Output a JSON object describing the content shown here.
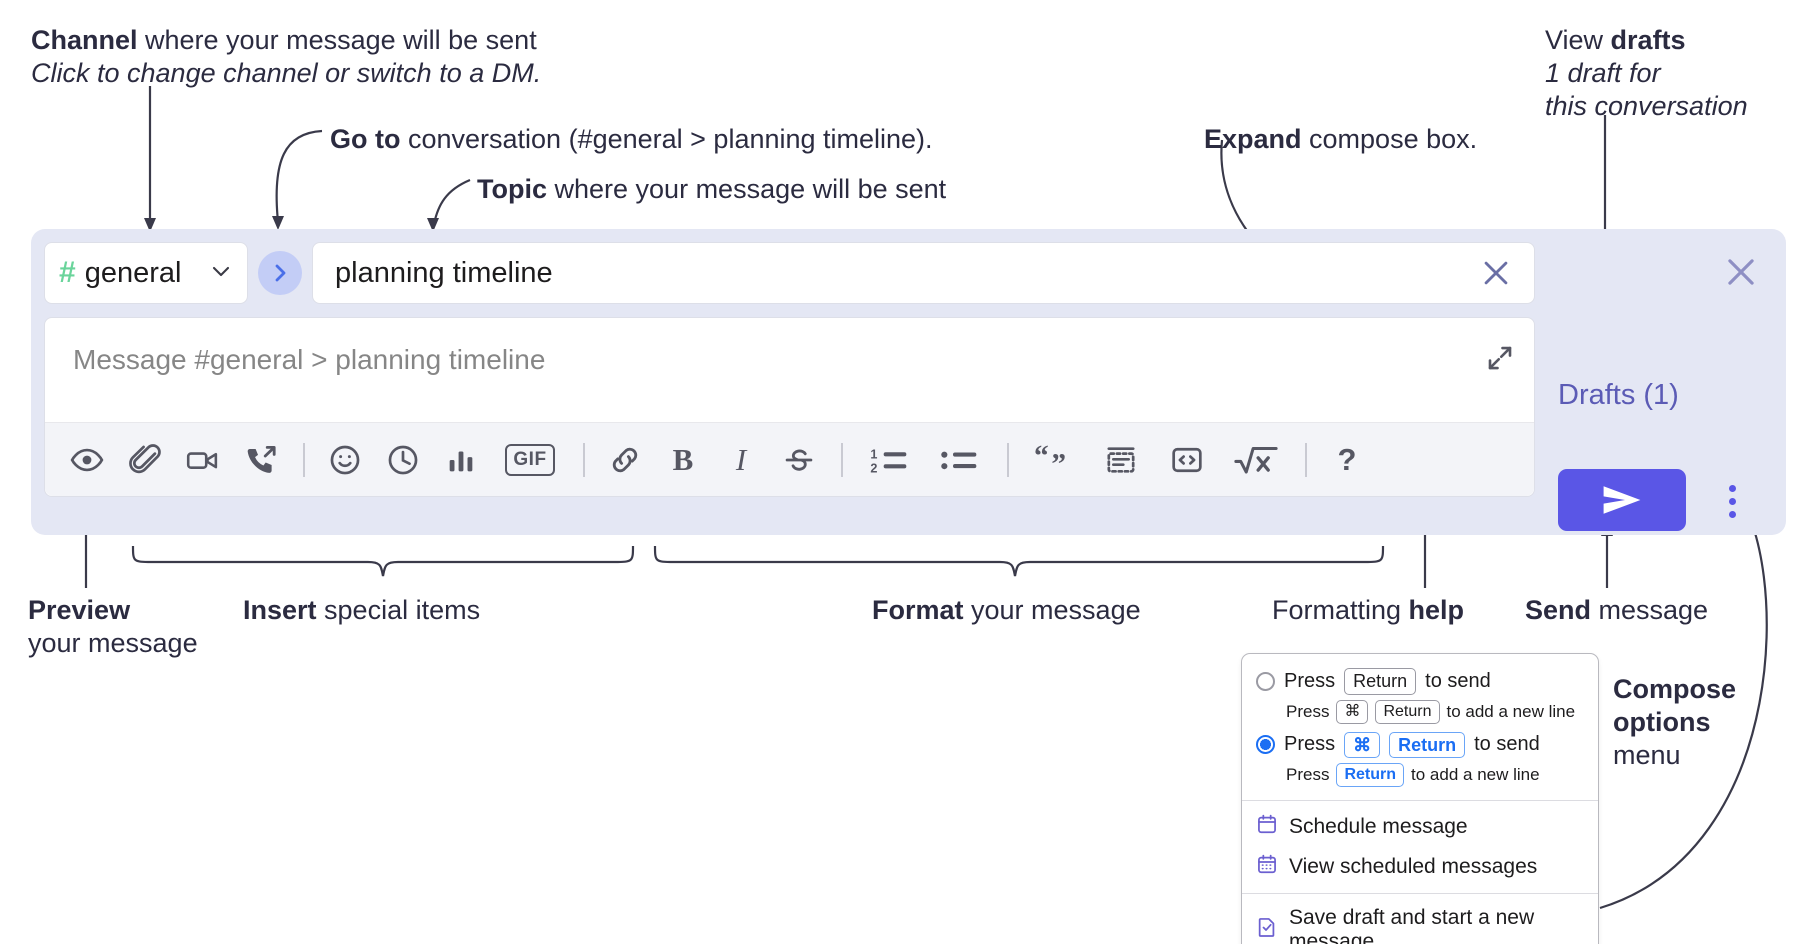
{
  "annotations": {
    "channel": {
      "bold": "Channel",
      "rest": " where your message will be sent",
      "italic": "Click to change channel or switch to a DM."
    },
    "goto": {
      "bold": "Go to",
      "rest": " conversation (#general > planning timeline)."
    },
    "topic": {
      "bold": "Topic",
      "rest": " where your message will be sent"
    },
    "expand": {
      "bold": "Expand",
      "rest": " compose box."
    },
    "drafts": {
      "plain": "View ",
      "bold": "drafts",
      "italic1": "1 draft for",
      "italic2": "this conversation"
    },
    "preview": {
      "bold": "Preview",
      "line2": "your message"
    },
    "insert": {
      "bold": "Insert",
      "rest": " special items"
    },
    "format": {
      "bold": "Format",
      "rest": " your message"
    },
    "help": {
      "plain": "Formatting ",
      "bold": "help"
    },
    "send": {
      "bold": "Send",
      "rest": " message"
    },
    "compose_options": {
      "bold1": "Compose",
      "bold2": "options",
      "plain": "menu"
    }
  },
  "compose": {
    "channel": {
      "hash": "#",
      "name": "general"
    },
    "topic": {
      "value": "planning timeline"
    },
    "message": {
      "placeholder": "Message #general > planning timeline"
    },
    "toolbar": {
      "items": [
        {
          "name": "preview-icon",
          "label": "Preview"
        },
        {
          "name": "attachment-icon",
          "label": "Attach file"
        },
        {
          "name": "video-icon",
          "label": "Record video clip"
        },
        {
          "name": "huddle-icon",
          "label": "Start huddle"
        },
        {
          "name": "emoji-icon",
          "label": "Emoji"
        },
        {
          "name": "clock-icon",
          "label": "Reminder"
        },
        {
          "name": "poll-icon",
          "label": "Poll"
        },
        {
          "name": "gif-icon",
          "label": "GIF"
        },
        {
          "name": "link-icon",
          "label": "Link"
        },
        {
          "name": "bold-icon",
          "label": "B"
        },
        {
          "name": "italic-icon",
          "label": "I"
        },
        {
          "name": "strikethrough-icon",
          "label": "Strikethrough"
        },
        {
          "name": "ordered-list-icon",
          "label": "Ordered list"
        },
        {
          "name": "bulleted-list-icon",
          "label": "Bulleted list"
        },
        {
          "name": "blockquote-icon",
          "label": "Blockquote"
        },
        {
          "name": "code-block-icon",
          "label": "Code block"
        },
        {
          "name": "code-snippet-icon",
          "label": "Code snippet"
        },
        {
          "name": "math-icon",
          "label": "Math"
        },
        {
          "name": "help-icon",
          "label": "?"
        }
      ],
      "gif_label": "GIF",
      "bold_label": "B",
      "italic_label": "I",
      "help_label": "?"
    },
    "drafts_label": "Drafts (1)",
    "send_label": "Send"
  },
  "dropdown": {
    "option1": {
      "pre": "Press",
      "key": "Return",
      "post": "to send",
      "sub_pre": "Press",
      "sub_key1": "⌘",
      "sub_key2": "Return",
      "sub_post": "to add a new line",
      "selected": false
    },
    "option2": {
      "pre": "Press",
      "key1": "⌘",
      "key2": "Return",
      "post": "to send",
      "sub_pre": "Press",
      "sub_key": "Return",
      "sub_post": "to add a new line",
      "selected": true
    },
    "items": [
      {
        "icon": "calendar-schedule-icon",
        "label": "Schedule message"
      },
      {
        "icon": "calendar-view-icon",
        "label": "View scheduled messages"
      },
      {
        "icon": "save-draft-icon",
        "label": "Save draft and start a new message"
      }
    ]
  },
  "colors": {
    "accent_purple": "#5a56e6",
    "panel_bg": "#e4e7f4",
    "hash_green": "#6ad49b",
    "drafts_purple": "#5b5bb5",
    "radio_blue": "#1b6ef3",
    "text_dark": "#2b2b40"
  }
}
